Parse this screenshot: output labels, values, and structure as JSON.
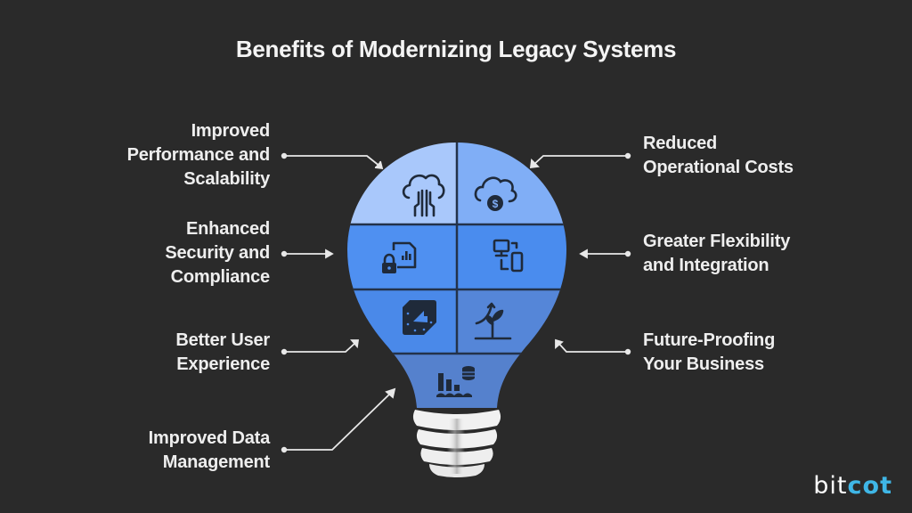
{
  "title": "Benefits of Modernizing Legacy Systems",
  "benefits_left": [
    {
      "lines": [
        "Improved",
        "Performance and",
        "Scalability"
      ],
      "icon": "cloud-circuit-icon"
    },
    {
      "lines": [
        "Enhanced",
        "Security and",
        "Compliance"
      ],
      "icon": "secure-document-chart-icon"
    },
    {
      "lines": [
        "Better User",
        "Experience"
      ],
      "icon": "pointer-cursor-tag-icon"
    },
    {
      "lines": [
        "Improved Data",
        "Management"
      ],
      "icon": "database-bar-chart-icon"
    }
  ],
  "benefits_right": [
    {
      "lines": [
        "Reduced",
        "Operational Costs"
      ],
      "icon": "cloud-dollar-icon"
    },
    {
      "lines": [
        "Greater Flexibility",
        "and Integration"
      ],
      "icon": "desktop-mobile-sync-icon"
    },
    {
      "lines": [
        "Future-Proofing",
        "Your Business"
      ],
      "icon": "growth-plant-icon"
    }
  ],
  "colors": {
    "background": "#2a2a2a",
    "segment_top_left": "#a9c8fb",
    "segment_top_right": "#80aef6",
    "segment_middle_left": "#4f90f1",
    "segment_middle_right": "#4a8cee",
    "segment_lower_left": "#4a89e9",
    "segment_lower_right": "#5586d8",
    "neck": "#5581cd",
    "base": "#f1f1f1",
    "logo_accent": "#3fb6e6"
  },
  "logo": {
    "part1": "bit",
    "part2": "cot"
  }
}
